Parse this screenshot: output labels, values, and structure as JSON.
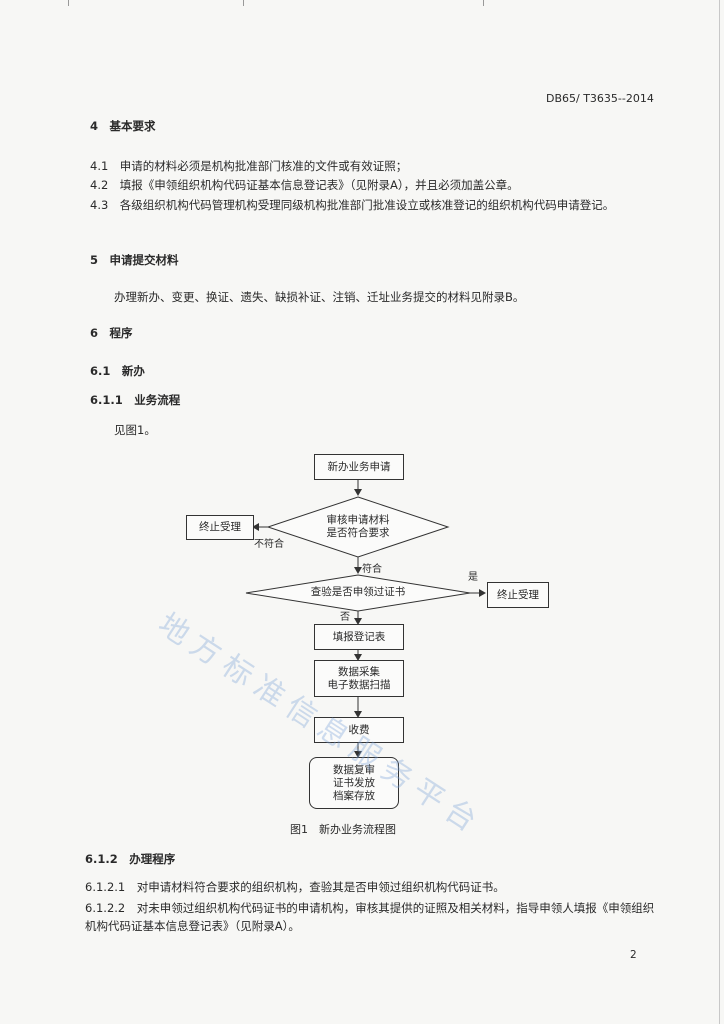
{
  "header": {
    "std_code": "DB65/ T3635--2014"
  },
  "sections": {
    "s4": {
      "title": "4　基本要求"
    },
    "s4_1": "4.1　申请的材料必须是机构批准部门核准的文件或有效证照；",
    "s4_2": "4.2　填报《申领组织机构代码证基本信息登记表》（见附录A），并且必须加盖公章。",
    "s4_3": "4.3　各级组织机构代码管理机构受理同级机构批准部门批准设立或核准登记的组织机构代码申请登记。",
    "s5": {
      "title": "5　申请提交材料"
    },
    "s5_body": "办理新办、变更、换证、遗失、缺损补证、注销、迁址业务提交的材料见附录B。",
    "s6": {
      "title": "6　程序"
    },
    "s6_1": {
      "title": "6.1　新办"
    },
    "s6_1_1": {
      "title": "6.1.1　业务流程"
    },
    "see_fig": "见图1。",
    "s6_1_2": {
      "title": "6.1.2　办理程序"
    },
    "s6_1_2_1": "6.1.2.1　对申请材料符合要求的组织机构，查验其是否申领过组织机构代码证书。",
    "s6_1_2_2": "6.1.2.2　对未申领过组织机构代码证书的申请机构，审核其提供的证照及相关材料，指导申领人填报《申领组织机构代码证基本信息登记表》（见附录A）。"
  },
  "flowchart": {
    "start": "新办业务申请",
    "decision1": [
      "审核申请材料",
      "是否符合要求"
    ],
    "stop1": "终止受理",
    "label_fail": "不符合",
    "label_pass": "符合",
    "decision2": "查验是否申领过证书",
    "label_yes": "是",
    "label_no": "否",
    "stop2": "终止受理",
    "fill": "填报登记表",
    "collect": [
      "数据采集",
      "电子数据扫描"
    ],
    "fee": "收费",
    "final": [
      "数据复审",
      "证书发放",
      "档案存放"
    ]
  },
  "figure_caption": "图1　新办业务流程图",
  "page_number": "2",
  "watermark": "地方标准信息服务平台"
}
